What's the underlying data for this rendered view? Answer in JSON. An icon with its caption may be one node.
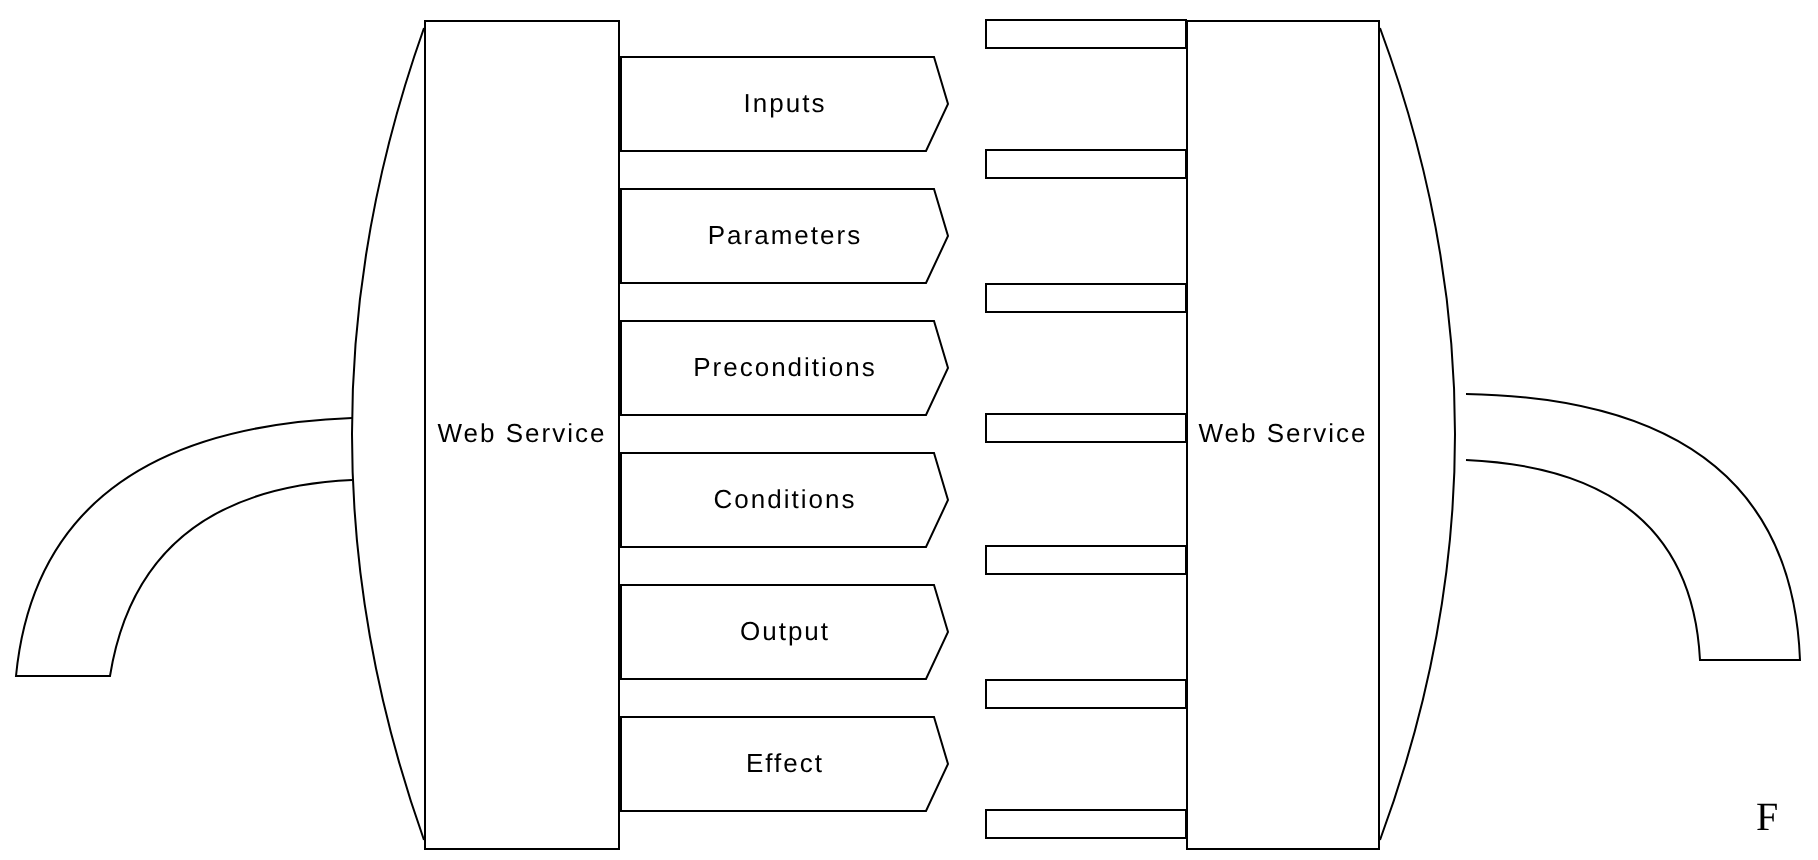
{
  "diagram": {
    "nodes": [
      {
        "text": [
          "Web Service"
        ]
      },
      {
        "text": [
          "Web Service"
        ]
      },
      {
        "text": [
          "Inputs"
        ]
      },
      {
        "text": [
          "Parameters"
        ]
      },
      {
        "text": [
          "Preconditions"
        ]
      },
      {
        "text": [
          "Conditions"
        ]
      },
      {
        "text": [
          "Output"
        ]
      },
      {
        "text": [
          "Effect"
        ]
      }
    ],
    "labels": [
      "F"
    ]
  }
}
